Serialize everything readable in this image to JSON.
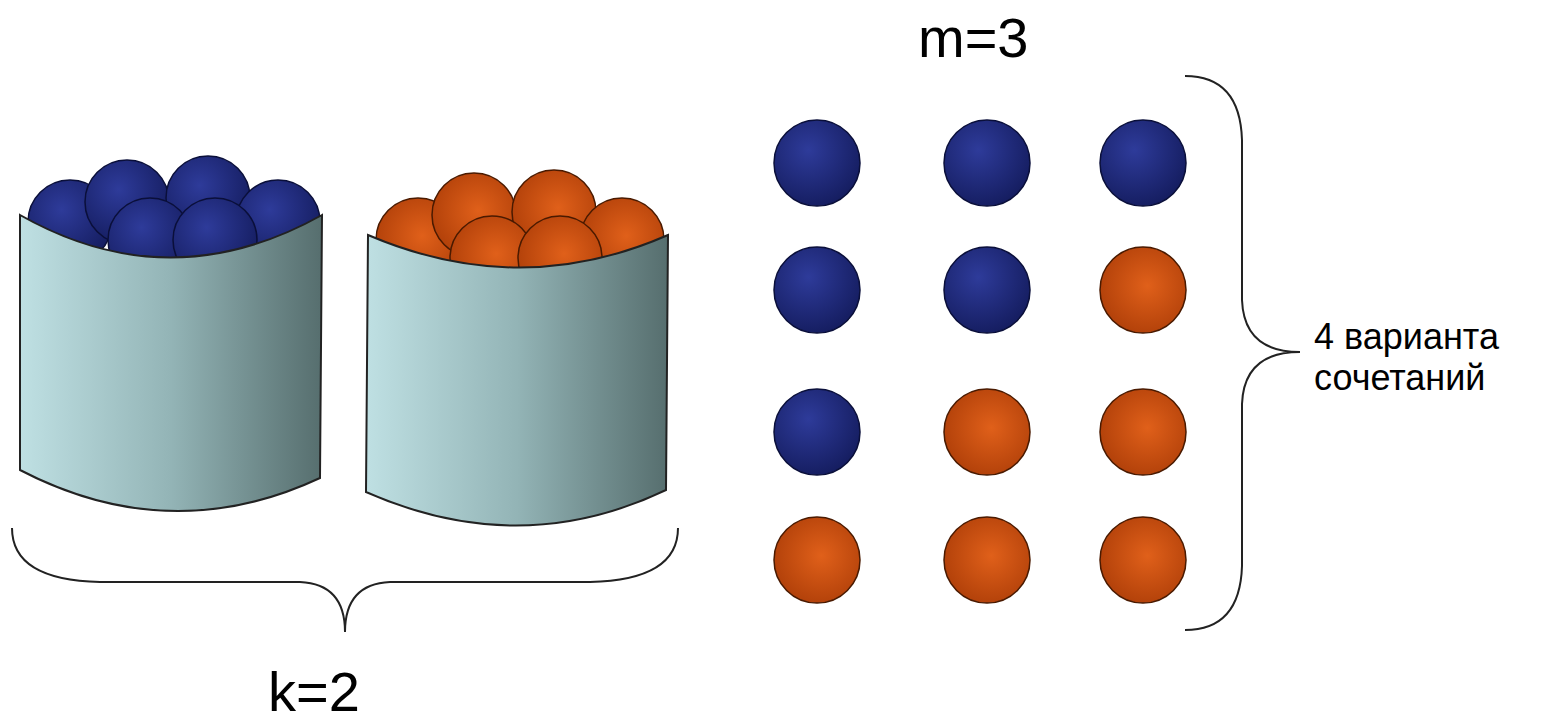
{
  "diagram": {
    "labels": [
      "m=3",
      "4 варианта сочетаний",
      "k=2"
    ]
  }
}
